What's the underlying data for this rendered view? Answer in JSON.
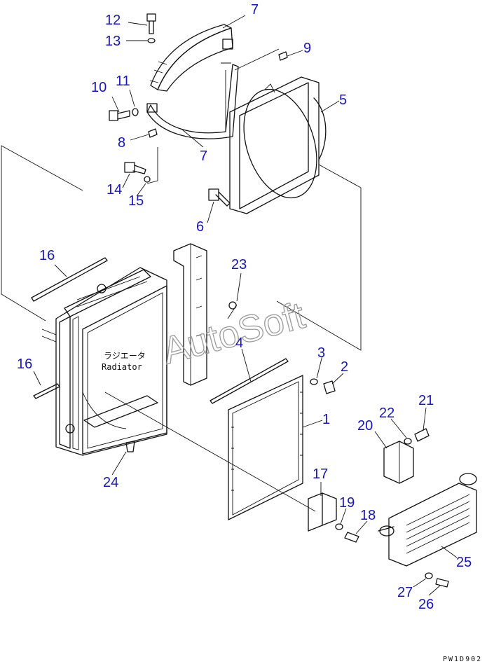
{
  "diagram": {
    "callouts": [
      "12",
      "13",
      "7",
      "9",
      "10",
      "11",
      "5",
      "8",
      "7",
      "14",
      "15",
      "6",
      "16",
      "23",
      "4",
      "3",
      "2",
      "16",
      "1",
      "21",
      "22",
      "20",
      "17",
      "19",
      "18",
      "24",
      "25",
      "27",
      "26"
    ],
    "radiator_label_jp": "ラジエータ",
    "radiator_label_en": "Radiator",
    "watermark": "AutoSoft",
    "drawing_code": "PW1D902",
    "colors": {
      "callout": "#1515c8",
      "line": "#111111",
      "watermark": "#9a9a9a"
    }
  }
}
